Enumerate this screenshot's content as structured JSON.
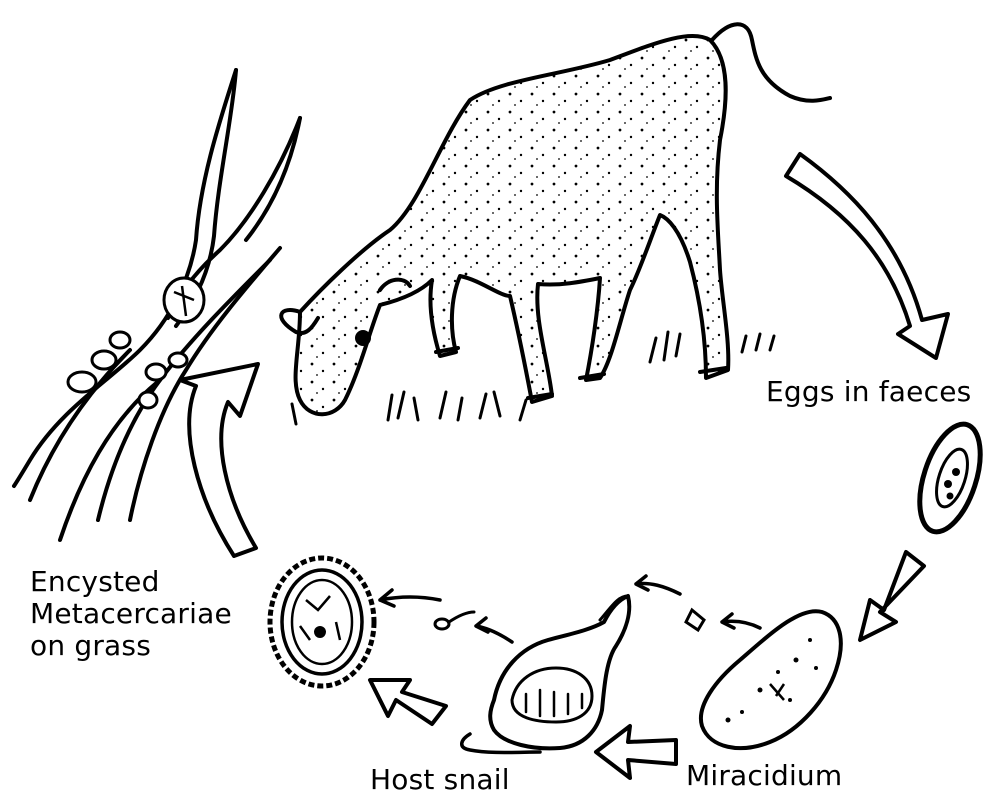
{
  "labels": {
    "eggs_in_faeces": "Eggs in faeces",
    "encysted_metacercariae": [
      "Encysted",
      "Metacercariae",
      "on grass"
    ],
    "host_snail": "Host snail",
    "miracidium": "Miracidium"
  },
  "colors": {
    "ink": "#000000",
    "paper": "#ffffff"
  }
}
